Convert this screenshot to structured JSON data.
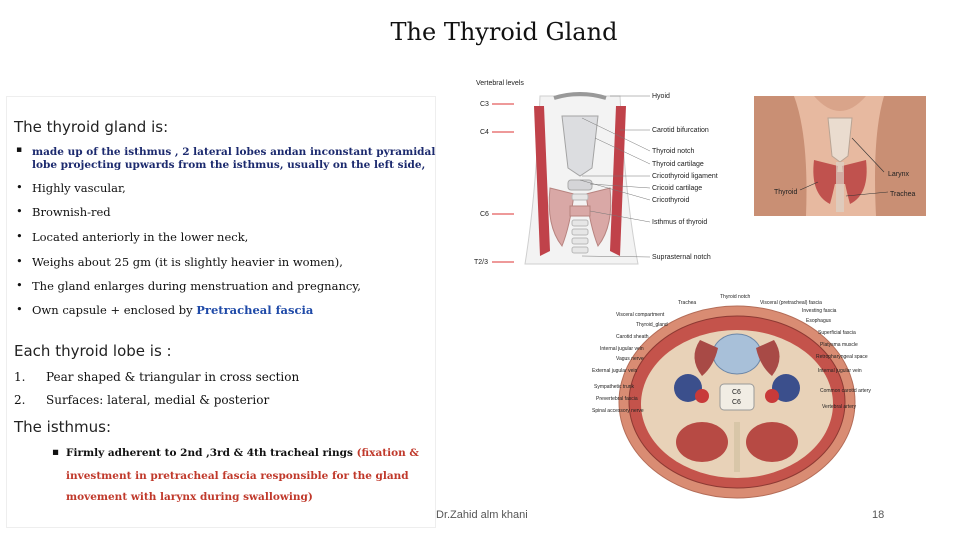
{
  "title": "The Thyroid Gland",
  "section1": {
    "heading": "The thyroid gland is:",
    "first_line1": "made up of the isthmus , 2 lateral lobes  andan inconstant pyramidal",
    "first_line2": "lobe projecting upwards from the isthmus, usually on the left side,",
    "bullets": [
      "Highly vascular,",
      "Brownish-red",
      "Located anteriorly in the lower neck,",
      "Weighs about 25 gm (it is slightly heavier in women),",
      "The gland enlarges during menstruation and pregnancy,"
    ],
    "last_bullet_prefix": "Own capsule + enclosed by ",
    "last_bullet_highlight": "Pretracheal fascia"
  },
  "section2": {
    "heading": "Each thyroid lobe is :",
    "items": [
      {
        "num": "1.",
        "text": "Pear shaped & triangular in cross section"
      },
      {
        "num": "2.",
        "text": "Surfaces: lateral, medial & posterior"
      }
    ]
  },
  "section3": {
    "heading": "The isthmus:",
    "line1_black": "Firmly adherent to 2nd ,3rd & 4th tracheal rings ",
    "line1_red": "(fixation &",
    "line2_red": "investment in pretracheal fascia responsible for the gland",
    "line3_red": "movement with larynx during swallowing)"
  },
  "footer": "Dr.Zahid alm khani",
  "page_number": "18",
  "fig1": {
    "header": "Vertebral levels",
    "levels": [
      "C3",
      "C4",
      "C6",
      "T2/3"
    ],
    "labels": [
      "Hyoid",
      "Carotid bifurcation",
      "Thyroid notch",
      "Thyroid cartilage",
      "Cricothyroid ligament",
      "Cricoid cartilage",
      "Cricothyroid",
      "Isthmus of thyroid",
      "Suprasternal notch"
    ]
  },
  "fig2": {
    "labels": [
      "Thyroid",
      "Larynx",
      "Trachea"
    ]
  },
  "fig3": {
    "left_labels": [
      "Trachea",
      "Visceral compartment",
      "Thyroid_gland",
      "Carotid sheath",
      "Internal jugular vein",
      "Vagus nerve",
      "External jugular vein",
      "Sympathetic trunk",
      "Prevertebral fascia",
      "Spinal accessory nerve"
    ],
    "right_labels": [
      "Thyroid notch",
      "Visceral (pretracheal) fascia",
      "Investing fascia",
      "Esophagus",
      "Superficial fascia",
      "Platysma muscle",
      "Retropharyngeal space",
      "Internal jugular vein",
      "Common carotid artery",
      "Vertebral artery"
    ],
    "vertebra_labels": [
      "C6",
      "C6"
    ]
  }
}
